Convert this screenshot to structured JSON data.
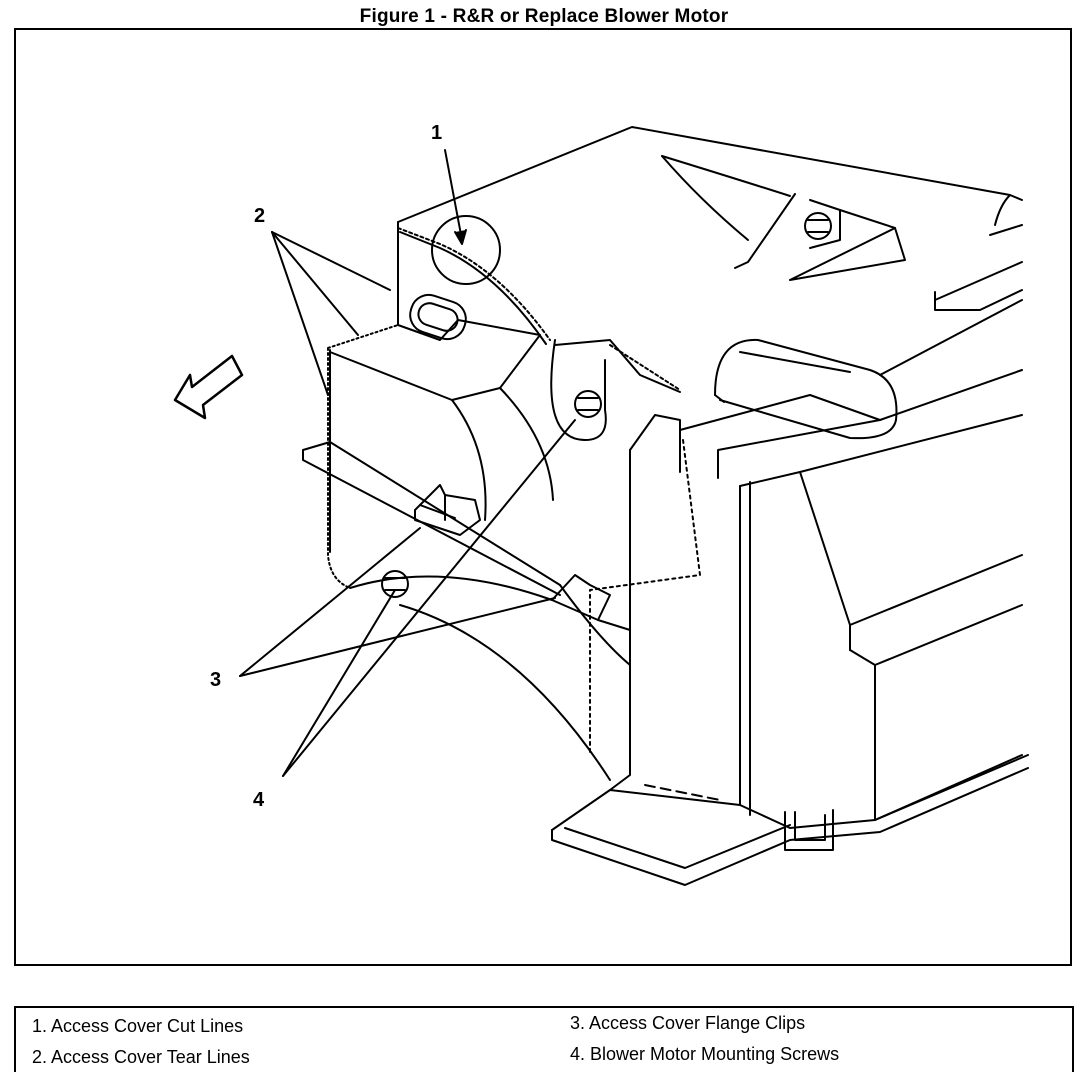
{
  "figure": {
    "title": "Figure 1 - R&R or Replace Blower Motor"
  },
  "callouts": {
    "c1": "1",
    "c2": "2",
    "c3": "3",
    "c4": "4"
  },
  "legend": {
    "items": [
      {
        "text": "1. Access Cover Cut Lines"
      },
      {
        "text": "2. Access Cover Tear Lines"
      },
      {
        "text": "3. Access Cover Flange Clips"
      },
      {
        "text": "4. Blower Motor Mounting Screws"
      }
    ]
  }
}
